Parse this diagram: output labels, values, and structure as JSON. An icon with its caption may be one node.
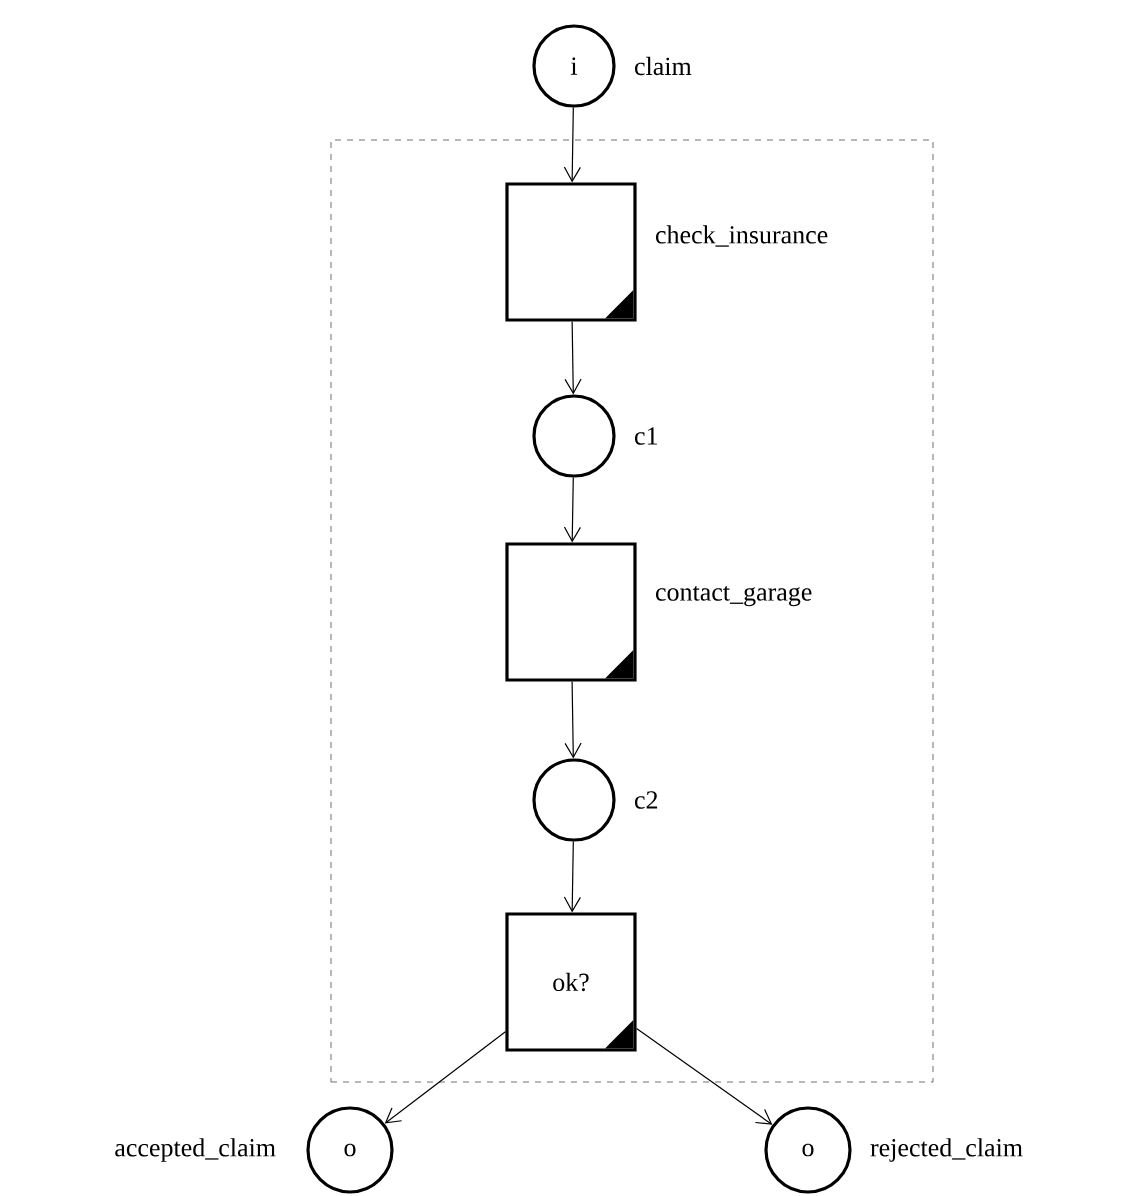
{
  "diagram": {
    "nodes": [
      {
        "text": [
          "i"
        ],
        "beside": [
          "claim"
        ]
      },
      {
        "text": [],
        "shape": "box"
      },
      {
        "text": [],
        "shape": "box",
        "beside": [
          "check_insurance"
        ],
        "in": 1
      },
      {
        "text": [],
        "shape": "circle",
        "beside": [
          "c1"
        ],
        "in": 1
      },
      {
        "text": [],
        "shape": "box",
        "beside": [
          "contact_garage"
        ],
        "in": 1
      },
      {
        "text": [],
        "shape": "circle",
        "beside": [
          "c2"
        ],
        "in": 1
      },
      {
        "text": [
          "ok?"
        ],
        "in": 1
      },
      {
        "text": [
          "o"
        ],
        "beside": [
          "accepted_claim"
        ]
      },
      {
        "text": [
          "o"
        ],
        "beside": [
          "rejected_claim"
        ]
      }
    ],
    "edges": [
      {
        "from": 0,
        "to": 2,
        "arrow": "to"
      },
      {
        "from": 2,
        "to": 3,
        "arrow": "to"
      },
      {
        "from": 3,
        "to": 4,
        "arrow": "to"
      },
      {
        "from": 4,
        "to": 5,
        "arrow": "to"
      },
      {
        "from": 5,
        "to": 6,
        "arrow": "to"
      },
      {
        "from": 6,
        "to": 7,
        "arrow": "to"
      },
      {
        "from": 6,
        "to": 8,
        "arrow": "to"
      }
    ]
  }
}
